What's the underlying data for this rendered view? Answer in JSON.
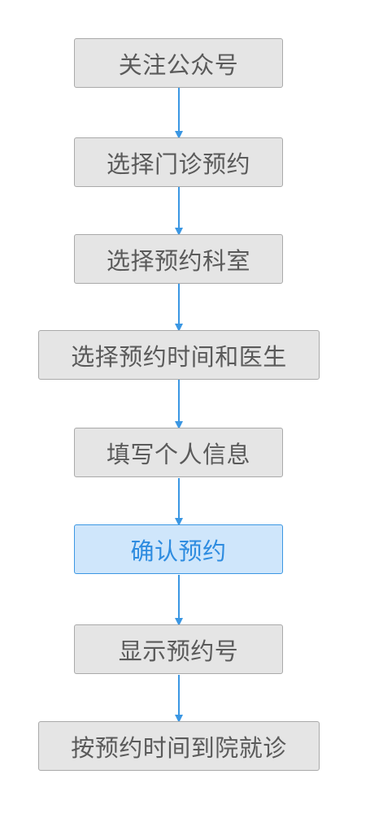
{
  "flowchart": {
    "steps": [
      {
        "label": "关注公众号"
      },
      {
        "label": "选择门诊预约"
      },
      {
        "label": "选择预约科室"
      },
      {
        "label": "选择预约时间和医生"
      },
      {
        "label": "填写个人信息"
      },
      {
        "label": "确认预约",
        "highlighted": true
      },
      {
        "label": "显示预约号"
      },
      {
        "label": "按预约时间到院就诊"
      }
    ],
    "colors": {
      "node_fill": "#e5e5e5",
      "node_border": "#a9a9a9",
      "node_text": "#5a5a5a",
      "highlight_fill": "#cfe6fb",
      "highlight_border": "#3b97e3",
      "highlight_text": "#2e8ce0",
      "arrow": "#3b97e3"
    }
  }
}
